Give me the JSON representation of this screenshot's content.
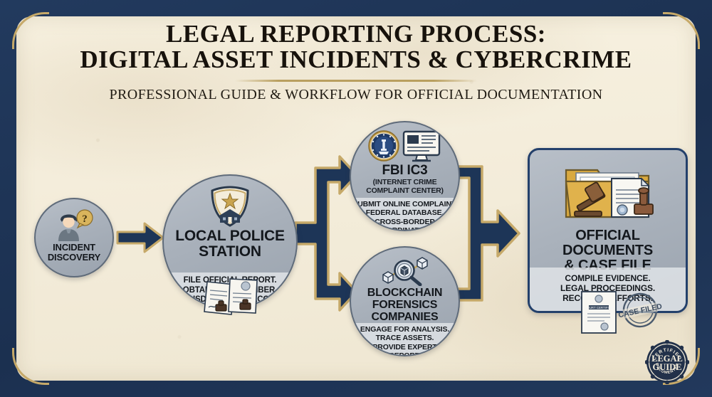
{
  "header": {
    "title_line_1": "LEGAL REPORTING PROCESS:",
    "title_line_2": "DIGITAL ASSET INCIDENTS & CYBERCRIME",
    "subtitle": "PROFESSIONAL GUIDE & WORKFLOW FOR OFFICIAL DOCUMENTATION"
  },
  "colors": {
    "frame_navy": "#1d3557",
    "frame_gold": "#c6a969",
    "paper": "#f4eddb",
    "node_fill": "#a9b1bb",
    "node_border": "#5f6b7a",
    "rect_border": "#23406b",
    "arrow_navy": "#1d3557",
    "arrow_gold": "#c6a969",
    "title_ink": "#17120c"
  },
  "nodes": [
    {
      "id": "incident",
      "title": "INCIDENT\nDISCOVERY",
      "subtitle": "",
      "details": "",
      "icon": "person-question-icon",
      "shape": "circle"
    },
    {
      "id": "police",
      "title": "LOCAL POLICE\nSTATION",
      "subtitle": "",
      "details": "FILE OFFICIAL REPORT.\nOBTAIN CASE NUMBER.\nJURISDICTIONAL RECORD.",
      "icon": "police-badge-icon",
      "shape": "circle"
    },
    {
      "id": "fbi",
      "title": "FBI IC3",
      "subtitle": "(INTERNET CRIME\nCOMPLAINT CENTER)",
      "details": "SUBMIT ONLINE COMPLAINT.\nFEDERAL DATABASE.\nCROSS-BORDER\nCOORDINATION.",
      "icon": "fbi-seal-monitor-icon",
      "shape": "circle"
    },
    {
      "id": "chain",
      "title": "BLOCKCHAIN\nFORENSICS\nCOMPANIES",
      "subtitle": "",
      "details": "ENGAGE FOR ANALYSIS.\nTRACE ASSETS.\nPROVIDE EXPERT\nREPORT.",
      "icon": "magnifier-blockchain-icon",
      "shape": "circle"
    },
    {
      "id": "docs",
      "title": "OFFICIAL DOCUMENTS\n& CASE FILE",
      "subtitle": "",
      "details": "COMPILE EVIDENCE.\nLEGAL PROCEEDINGS.\nRECOVERY EFFORTS.",
      "icon": "folder-gavel-stamp-icon",
      "shape": "rounded-rect"
    }
  ],
  "loose_icons": [
    {
      "id": "police-documents",
      "name": "stamped-documents-icon"
    },
    {
      "id": "case-stamp",
      "name": "certificate-case-filed-stamp-icon"
    }
  ],
  "arrows": [
    {
      "id": "arrow-1",
      "from": "incident",
      "to": "police",
      "type": "straight-right"
    },
    {
      "id": "arrow-split",
      "from": "police",
      "to": "fbi,chain",
      "type": "split-branch"
    },
    {
      "id": "arrow-merge",
      "from": "fbi,chain",
      "to": "docs",
      "type": "merge-branch"
    }
  ],
  "seal": {
    "top_arc": "CERTIFIED",
    "main_line_1": "LEGAL",
    "main_line_2": "GUIDE",
    "bottom_arc": "DOCUMENTED"
  },
  "stamp_labels": {
    "certificate": "COURT CERTIFIED",
    "case_filed": "CASE FILED"
  }
}
